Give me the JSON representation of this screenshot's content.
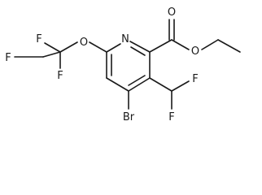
{
  "molecule": {
    "atoms": {
      "n1": "N",
      "o_ring": "O",
      "o_carbonyl": "O",
      "o_ester": "O",
      "br": "Br",
      "f_cf3_1": "F",
      "f_cf3_2": "F",
      "f_cf3_3": "F",
      "f_chf2_1": "F",
      "f_chf2_2": "F"
    },
    "colors": {
      "ink": "#1a1a1a",
      "background": "#ffffff"
    }
  }
}
